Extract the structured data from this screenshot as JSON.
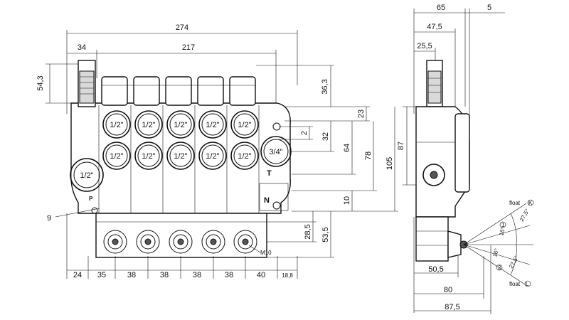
{
  "front_view": {
    "dims_top": {
      "overall": "274",
      "inner": "217",
      "left_offset": "34"
    },
    "dims_left": {
      "height": "54,3"
    },
    "dims_right": [
      "36,3",
      "23",
      "2",
      "32",
      "64",
      "78",
      "105",
      "10",
      "28,5",
      "53,5"
    ],
    "dims_bottom": [
      "24",
      "35",
      "38",
      "38",
      "38",
      "38",
      "40",
      "18,8"
    ],
    "port_label_main": "1/2\"",
    "port_label_top_row": [
      "1/2\"",
      "1/2\"",
      "1/2\"",
      "1/2\"",
      "1/2\""
    ],
    "port_label_bottom_row": [
      "1/2\"",
      "1/2\"",
      "1/2\"",
      "1/2\"",
      "1/2\""
    ],
    "outlet_label": "3/4\"",
    "letters": {
      "T": "T",
      "N": "N",
      "P": "P"
    },
    "callout_9": "9",
    "thread_label": "M10"
  },
  "side_view": {
    "dims_top": [
      "65",
      "5",
      "47,5",
      "25,5"
    ],
    "dims_left": "87",
    "dims_bottom": [
      "50,5",
      "80",
      "87,5"
    ],
    "angles": [
      "27,5°",
      "16°",
      "16°",
      "27,5°"
    ],
    "positions": [
      "float",
      "float"
    ],
    "position_marks": [
      "K",
      "1",
      "2",
      "L"
    ]
  }
}
